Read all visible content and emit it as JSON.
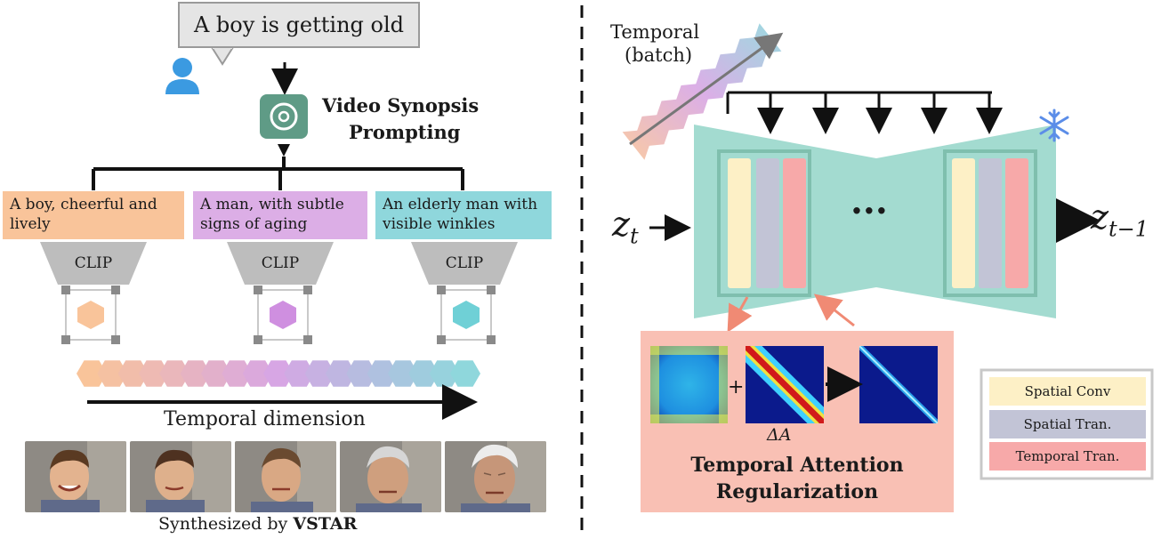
{
  "left": {
    "user_prompt": "A boy is getting old",
    "synopsis_title_line1": "Video Synopsis",
    "synopsis_title_line2": "Prompting",
    "prompts": [
      {
        "text": "A boy, cheerful and lively",
        "color": "#f9c49a"
      },
      {
        "text": "A man, with subtle signs of aging",
        "color": "#dcaee6"
      },
      {
        "text": "An elderly man with visible winkles",
        "color": "#8fd7dc"
      }
    ],
    "clip_label": "CLIP",
    "temporal_dimension": "Temporal dimension",
    "synthesized_prefix": "Synthesized by ",
    "synthesized_brand": "VSTAR"
  },
  "right": {
    "temporal_batch_line1": "Temporal",
    "temporal_batch_line2": "(batch)",
    "input_symbol": "z",
    "input_sub": "t",
    "output_symbol": "z",
    "output_sub": "t−1",
    "ellipsis": "···",
    "delta_label": "ΔA",
    "regularization_line1": "Temporal Attention",
    "regularization_line2": "Regularization",
    "legend": [
      {
        "label": "Spatial Conv",
        "color": "#fdf0c6"
      },
      {
        "label": "Spatial Tran.",
        "color": "#c2c4d6"
      },
      {
        "label": "Temporal Tran.",
        "color": "#f7a9a9"
      }
    ]
  },
  "colors": {
    "unet": "#a3dbd0",
    "unet_inner": "#8cc9b8",
    "reg_bg": "#f9c0b4",
    "snowflake": "#5b8de8",
    "user_icon": "#3b9ae1",
    "gpt_icon": "#5f9b86",
    "arrow_salmon": "#f08a74"
  }
}
